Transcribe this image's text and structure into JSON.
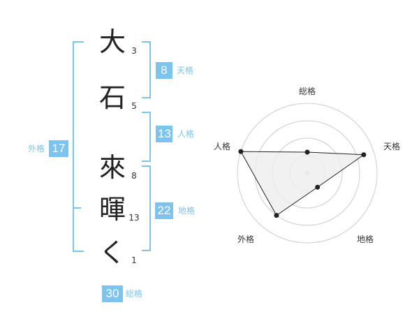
{
  "name": {
    "chars": [
      "大",
      "石",
      "來",
      "暉",
      "く"
    ],
    "strokes": [
      "3",
      "5",
      "8",
      "13",
      "1"
    ]
  },
  "fortunes": {
    "tenkaku": {
      "value": "8",
      "label": "天格"
    },
    "jinkaku": {
      "value": "13",
      "label": "人格"
    },
    "chikaku": {
      "value": "22",
      "label": "地格"
    },
    "gaikaku": {
      "value": "17",
      "label": "外格"
    },
    "soukaku": {
      "value": "30",
      "label": "総格"
    }
  },
  "chart_data": {
    "type": "radar",
    "axes": [
      "総格",
      "天格",
      "地格",
      "外格",
      "人格"
    ],
    "values": [
      0.3,
      0.85,
      0.25,
      0.75,
      1.0
    ],
    "rings": 4,
    "colors": {
      "fill": "#eeeeee",
      "line": "#222222",
      "grid": "#cccccc",
      "accent": "#7cc4ee"
    }
  }
}
